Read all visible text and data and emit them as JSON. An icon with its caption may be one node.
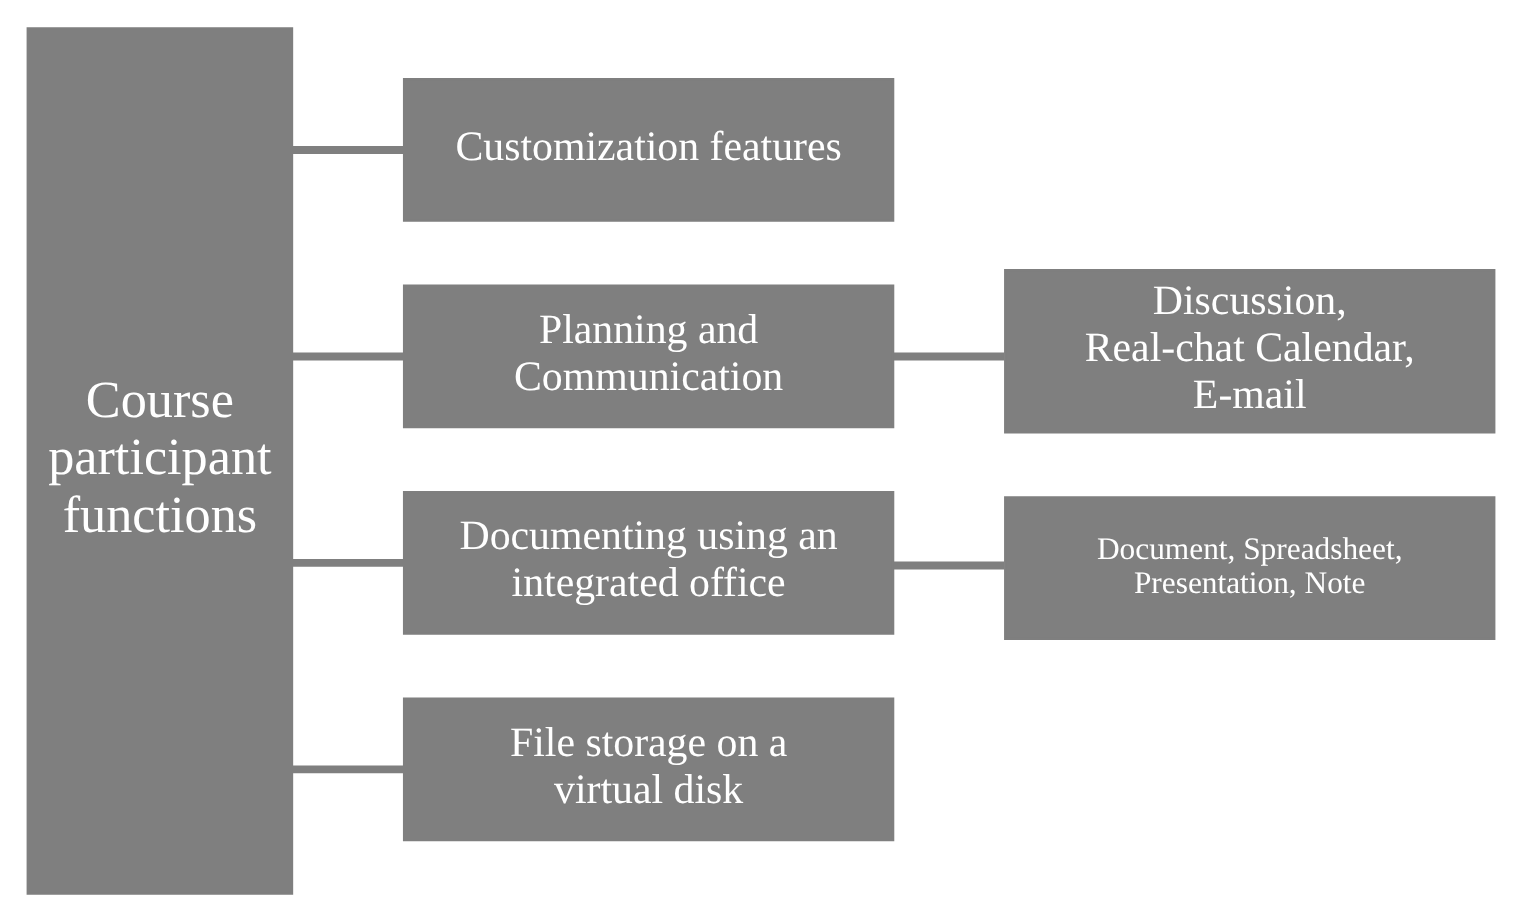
{
  "diagram": {
    "nodes": [
      {
        "text": [
          "Course participant functions"
        ]
      },
      {
        "text": [
          "Customization features"
        ]
      },
      {
        "text": [
          "Planning and Communication"
        ]
      },
      {
        "text": [
          "Discussion, Real-chat Calendar, E-mail"
        ]
      },
      {
        "text": [
          "Documenting using an integrated office"
        ]
      },
      {
        "text": [
          "Document, Spreadsheet, Presentation, Note"
        ]
      },
      {
        "text": [
          "File storage on a virtual disk"
        ]
      }
    ],
    "edges": [
      {
        "from": 0,
        "to": 1,
        "arrow": "none"
      },
      {
        "from": 0,
        "to": 2,
        "arrow": "none"
      },
      {
        "from": 0,
        "to": 4,
        "arrow": "none"
      },
      {
        "from": 0,
        "to": 6,
        "arrow": "none"
      },
      {
        "from": 2,
        "to": 3,
        "arrow": "none"
      },
      {
        "from": 4,
        "to": 5,
        "arrow": "none"
      }
    ]
  }
}
